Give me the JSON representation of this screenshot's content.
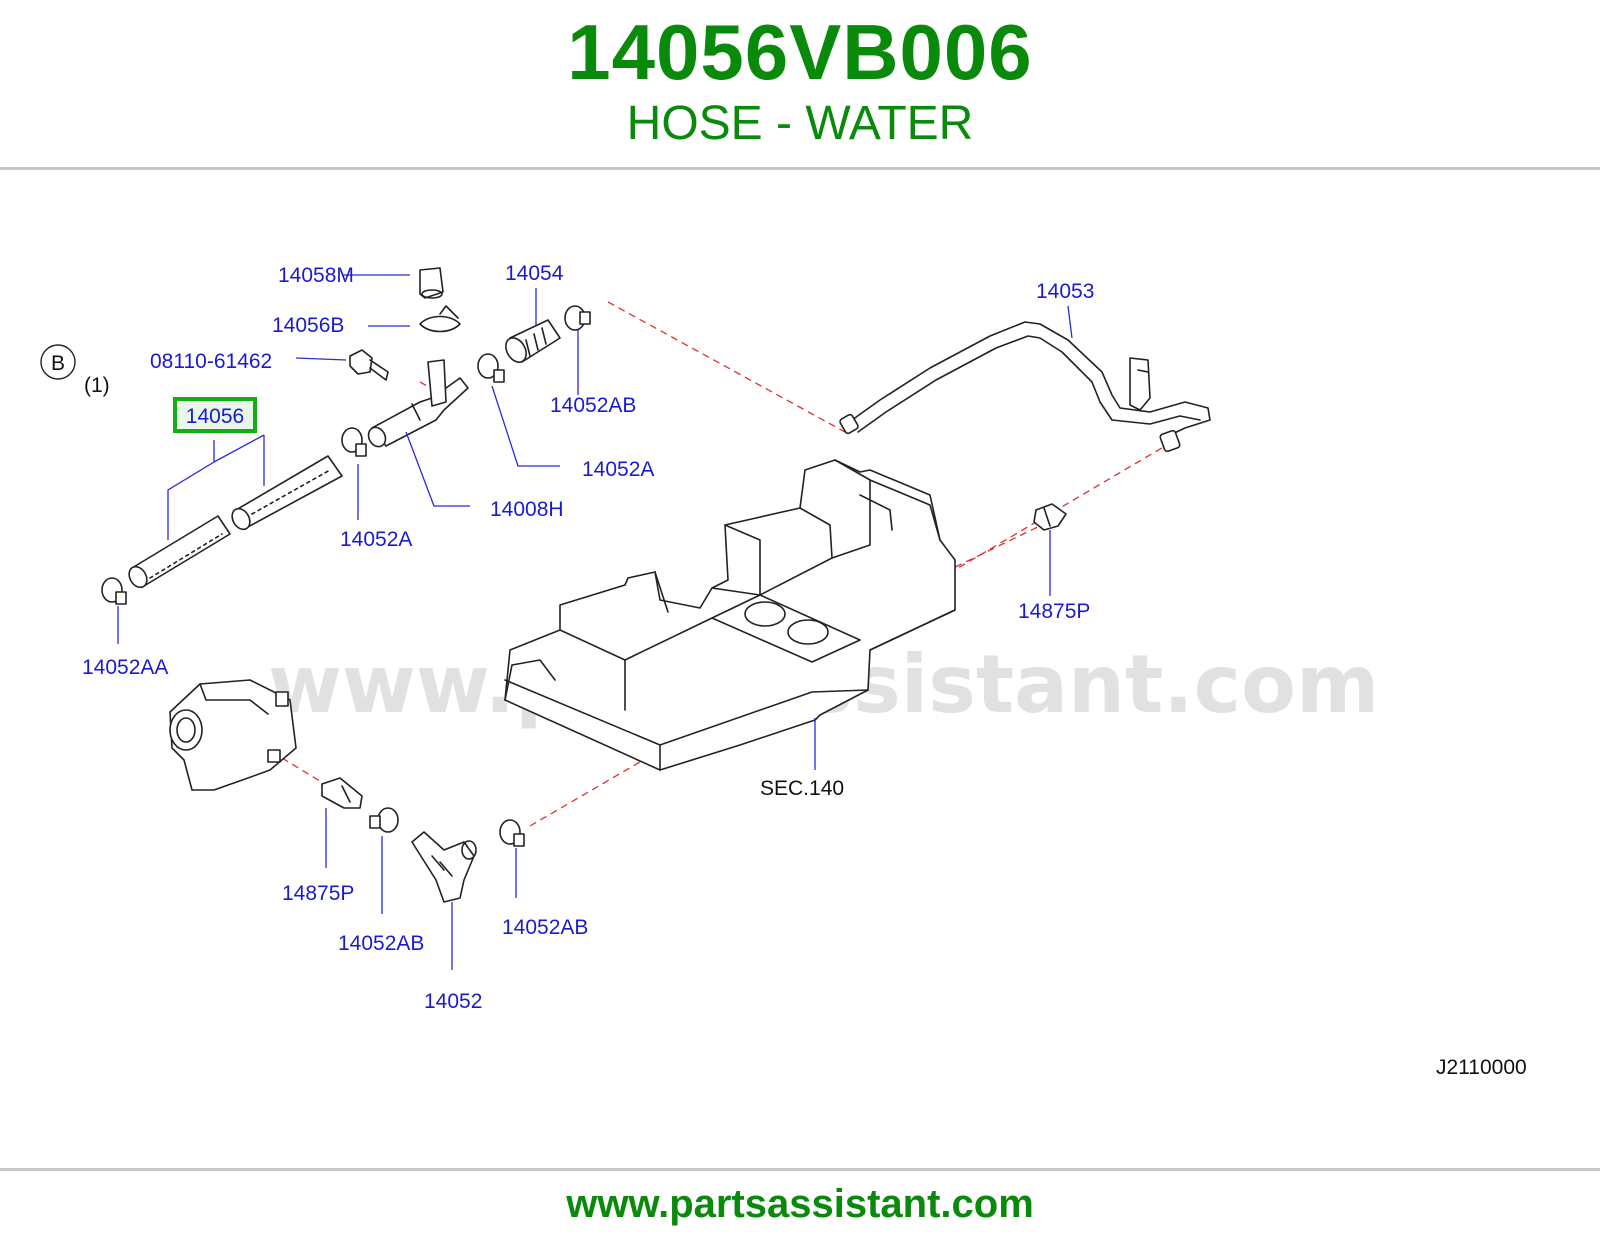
{
  "header": {
    "part_number": "14056VB006",
    "part_name": "HOSE - WATER"
  },
  "diagram": {
    "watermark": "www.partsassistant.com",
    "view_marker": "B",
    "quantity_note": "(1)",
    "highlighted_callout": "14056",
    "section_ref": "SEC.140",
    "diagram_code": "J2110000",
    "callouts": {
      "c_14058M": "14058M",
      "c_14056B": "14056B",
      "c_08110_61462": "08110-61462",
      "c_14054": "14054",
      "c_14053": "14053",
      "c_14052AB_top": "14052AB",
      "c_14052A_right": "14052A",
      "c_14008H": "14008H",
      "c_14052A_mid": "14052A",
      "c_14875P_right": "14875P",
      "c_14052AA": "14052AA",
      "c_14875P_bottom": "14875P",
      "c_14052AB_bottom_left": "14052AB",
      "c_14052AB_bottom_right": "14052AB",
      "c_14052": "14052"
    }
  },
  "footer": {
    "url": "www.partsassistant.com"
  },
  "colors": {
    "brand_green": "#0a8a0a",
    "callout_blue": "#1a1ad0",
    "highlight_green": "#10b010",
    "dashed_red": "#e03030"
  }
}
